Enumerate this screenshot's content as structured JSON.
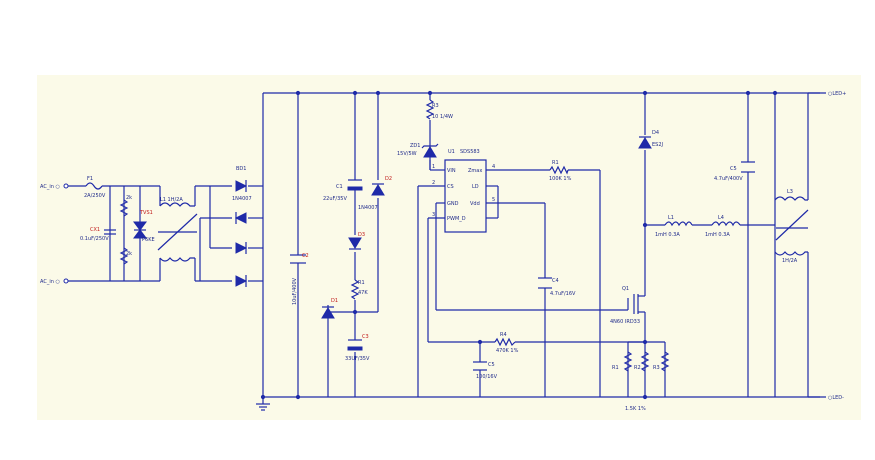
{
  "labels": {
    "ac_in_top": "AC_in ○",
    "ac_in_bottom": "AC_in ○",
    "led_plus": "○LED+",
    "led_minus": "○LED-",
    "f1": "F1",
    "f1_val": "2A/250V",
    "rv1": "2k",
    "rv2": "2k",
    "cx1": "CX1",
    "cx1_val": "0.1uF/250V",
    "tvs": "TVS1",
    "tvs_val": "P6KE",
    "l1": "L1 1H/2A",
    "bd1": "BD1",
    "bd1_val": "1N4007",
    "c_bulk": "C2",
    "c_bulk_val": "10uF/400V",
    "c1": "C1",
    "c1_val": "22uF/35V",
    "d2": "D2",
    "d2_val": "1N4007",
    "d3": "D3",
    "r_mid": "R1",
    "r_mid_val": "47K",
    "d1": "D1",
    "c3": "C3",
    "c3_val": "33UF/35V",
    "r_top": "R3",
    "r_top_val": "10 1/4W",
    "zd1": "ZD1",
    "zd1_val": "15V/5W",
    "u1": "U1",
    "u1_part": "SDS583",
    "u1_pins": [
      "VIN",
      "CS",
      "GND",
      "PWM_D",
      "Zmax",
      "LD",
      "Vdd"
    ],
    "pin_numbers": [
      "1",
      "2",
      "3",
      "4",
      "5"
    ],
    "r_zmax": "R1",
    "r_zmax_val": "100K 1%",
    "cap_vdd": "C4",
    "cap_vdd_val": "4.7uF/16V",
    "r4": "R4",
    "r4_val": "470K 1%",
    "c5": "C5",
    "c5_val": "100/16V",
    "q1": "Q1",
    "q1_val": "4N60 IRD33",
    "d4": "D4",
    "d4_val": "ES2J",
    "c_out": "C5",
    "c_out_val": "4.7uF/400V",
    "l_out1": "L1",
    "l_out1_val": "1mH 0.3A",
    "l_out2": "L4",
    "l_out2_val": "1mH 0.3A",
    "l3": "L3",
    "l3_val": "1H/2A",
    "r_sense": [
      "R1",
      "R2",
      "R3"
    ],
    "r_sense_val": "1.5K 1%"
  },
  "colors": {
    "wire": "#1f2aa8",
    "label": "#1f2a8a",
    "designator": "#c01818",
    "background": "#fbfae8"
  }
}
